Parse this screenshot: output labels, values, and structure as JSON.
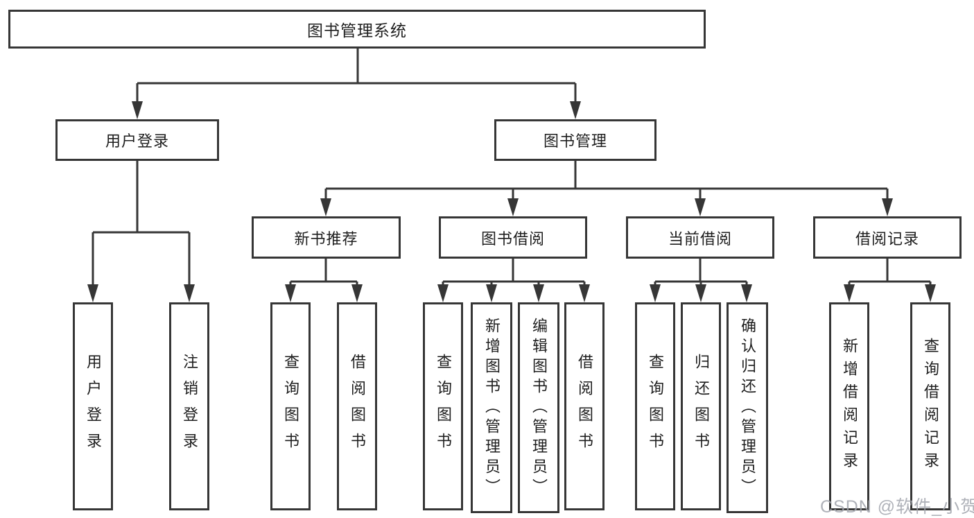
{
  "diagram": {
    "type": "hierarchy-tree",
    "title": "图书管理系统",
    "tree": {
      "label": "图书管理系统",
      "children": [
        {
          "label": "用户登录",
          "children": [
            {
              "label": "用户登录"
            },
            {
              "label": "注销登录"
            }
          ]
        },
        {
          "label": "图书管理",
          "children": [
            {
              "label": "新书推荐",
              "children": [
                {
                  "label": "查询图书"
                },
                {
                  "label": "借阅图书"
                }
              ]
            },
            {
              "label": "图书借阅",
              "children": [
                {
                  "label": "查询图书"
                },
                {
                  "label": "新增图书（管理员）"
                },
                {
                  "label": "编辑图书（管理员）"
                },
                {
                  "label": "借阅图书"
                }
              ]
            },
            {
              "label": "当前借阅",
              "children": [
                {
                  "label": "查询图书"
                },
                {
                  "label": "归还图书"
                },
                {
                  "label": "确认归还（管理员）"
                }
              ]
            },
            {
              "label": "借阅记录",
              "children": [
                {
                  "label": "新增借阅记录"
                },
                {
                  "label": "查询借阅记录"
                }
              ]
            }
          ]
        }
      ]
    },
    "colors": {
      "background": "#ffffff",
      "box_border": "#363636",
      "connector": "#363636",
      "text": "#1e1e1e",
      "watermark": "#a2a5ad"
    }
  },
  "watermark": {
    "text": "CSDN @软件_小贺同学"
  }
}
